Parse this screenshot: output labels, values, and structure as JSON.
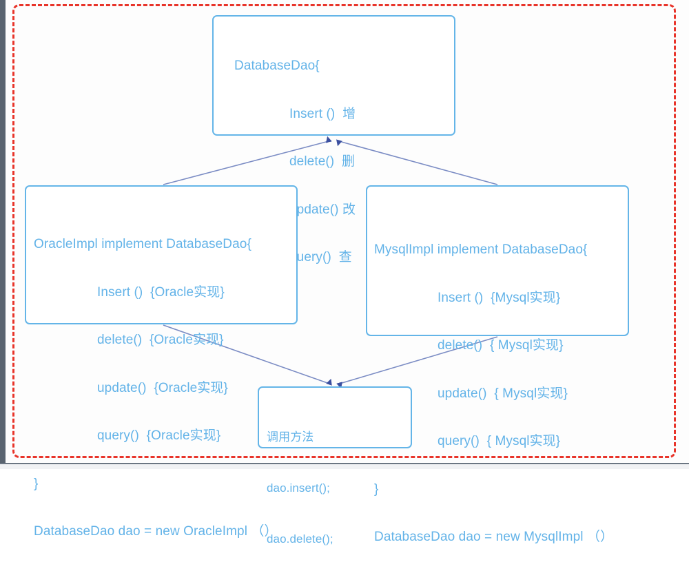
{
  "diagram": {
    "title_visible": false,
    "colors": {
      "box_border": "#64b5e8",
      "text": "#63b3e8",
      "connector": "#7b8cc4",
      "arrowhead": "#3b4fa0",
      "annotation_frame": "#e8342a",
      "gutter": "#5a6470",
      "page_background": "#fdfdfd"
    },
    "boxes": {
      "databasedao": {
        "name": "DatabaseDao",
        "lines": [
          "DatabaseDao{",
          "Insert ()  增",
          "delete()  删",
          "update() 改",
          "query()  查",
          "}"
        ]
      },
      "oracleimpl": {
        "name": "OracleImpl",
        "lines": [
          "OracleImpl implement DatabaseDao{",
          "Insert ()  {Oracle实现}",
          "delete()  {Oracle实现}",
          "update()  {Oracle实现}",
          "query()  {Oracle实现}",
          "}",
          "DatabaseDao dao = new OracleImpl （）"
        ]
      },
      "mysqlimpl": {
        "name": "MysqlImpl",
        "lines": [
          "MysqlImpl implement DatabaseDao{",
          "Insert ()  {Mysql实现}",
          "delete()  { Mysql实现}",
          "update()  { Mysql实现}",
          "query()  { Mysql实现}",
          "}",
          "DatabaseDao dao = new MysqlImpl （）"
        ]
      },
      "invoke": {
        "name": "调用方法",
        "lines": [
          "调用方法",
          "dao.insert();",
          "dao.delete();"
        ]
      }
    },
    "connectors": [
      {
        "from": "oracleimpl",
        "to": "databasedao",
        "style": "solid",
        "arrow": "filled-triangle"
      },
      {
        "from": "mysqlimpl",
        "to": "databasedao",
        "style": "solid",
        "arrow": "filled-triangle"
      },
      {
        "from": "oracleimpl",
        "to": "invoke",
        "style": "solid",
        "arrow": "filled-triangle"
      },
      {
        "from": "mysqlimpl",
        "to": "invoke",
        "style": "solid",
        "arrow": "filled-triangle"
      }
    ]
  }
}
